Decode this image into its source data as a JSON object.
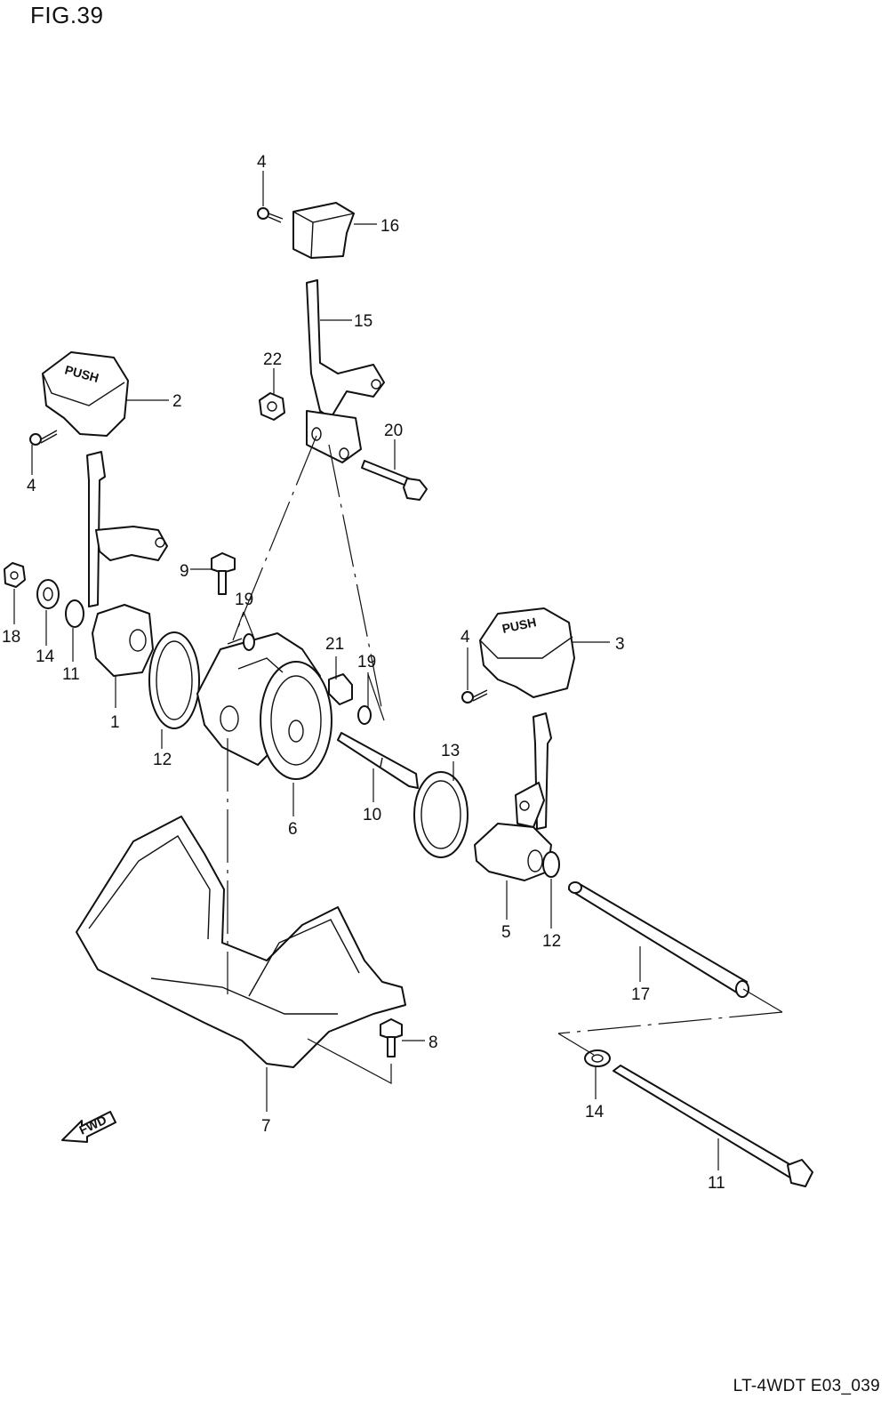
{
  "figure": {
    "title": "FIG.39",
    "code": "LT-4WDT E03_039"
  },
  "stamps": {
    "push": "PUSH",
    "fwd": "FWD"
  },
  "callouts": [
    {
      "id": "c1",
      "label": "1"
    },
    {
      "id": "c2",
      "label": "2"
    },
    {
      "id": "c3",
      "label": "3"
    },
    {
      "id": "c4a",
      "label": "4"
    },
    {
      "id": "c4b",
      "label": "4"
    },
    {
      "id": "c4c",
      "label": "4"
    },
    {
      "id": "c5",
      "label": "5"
    },
    {
      "id": "c6",
      "label": "6"
    },
    {
      "id": "c7",
      "label": "7"
    },
    {
      "id": "c8",
      "label": "8"
    },
    {
      "id": "c9",
      "label": "9"
    },
    {
      "id": "c10",
      "label": "10"
    },
    {
      "id": "c11a",
      "label": "11"
    },
    {
      "id": "c11b",
      "label": "11"
    },
    {
      "id": "c12a",
      "label": "12"
    },
    {
      "id": "c12b",
      "label": "12"
    },
    {
      "id": "c13",
      "label": "13"
    },
    {
      "id": "c14a",
      "label": "14"
    },
    {
      "id": "c14b",
      "label": "14"
    },
    {
      "id": "c15",
      "label": "15"
    },
    {
      "id": "c16",
      "label": "16"
    },
    {
      "id": "c17",
      "label": "17"
    },
    {
      "id": "c18",
      "label": "18"
    },
    {
      "id": "c19a",
      "label": "19"
    },
    {
      "id": "c19b",
      "label": "19"
    },
    {
      "id": "c20",
      "label": "20"
    },
    {
      "id": "c21",
      "label": "21"
    },
    {
      "id": "c22",
      "label": "22"
    }
  ]
}
